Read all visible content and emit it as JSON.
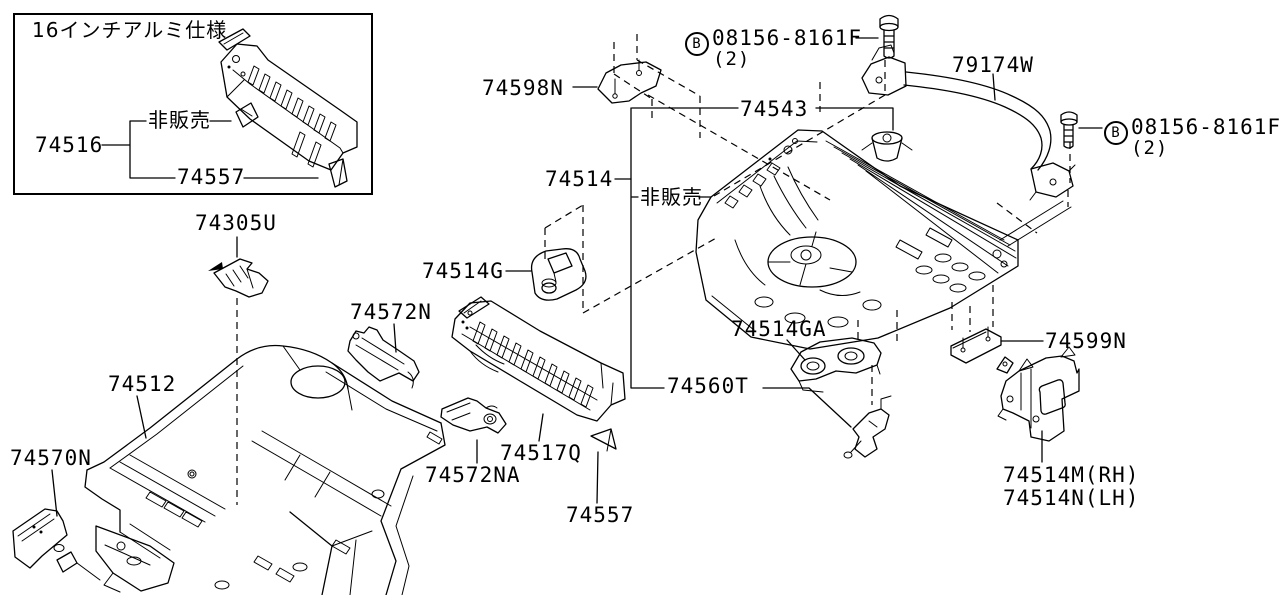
{
  "page": {
    "background_color": "#ffffff",
    "line_color": "#000000",
    "description": "Nissan parts catalog exploded diagram - Floor Panel (Rear)"
  },
  "inset_box": {
    "title": "16インチアルミ仕様",
    "part_number": "74516",
    "not_sold_label": "非販売",
    "sub_part_number": "74557"
  },
  "labels": {
    "p74598N": "74598N",
    "bolt1_prefix": "B",
    "bolt1_number": "08156-8161F",
    "bolt1_qty": "(2)",
    "p79174W": "79174W",
    "bolt2_prefix": "B",
    "bolt2_number": "08156-8161F",
    "bolt2_qty": "(2)",
    "p74543": "74543",
    "p74514": "74514",
    "not_sold_main": "非販売",
    "p74514G": "74514G",
    "p74305U": "74305U",
    "p74572N": "74572N",
    "p74512": "74512",
    "p74570N": "74570N",
    "p74572NA": "74572NA",
    "p74517Q": "74517Q",
    "p74557_bottom": "74557",
    "p74514GA": "74514GA",
    "p74560T": "74560T",
    "p74599N": "74599N",
    "p74514M": "74514M(RH)",
    "p74514N": "74514N(LH)"
  }
}
